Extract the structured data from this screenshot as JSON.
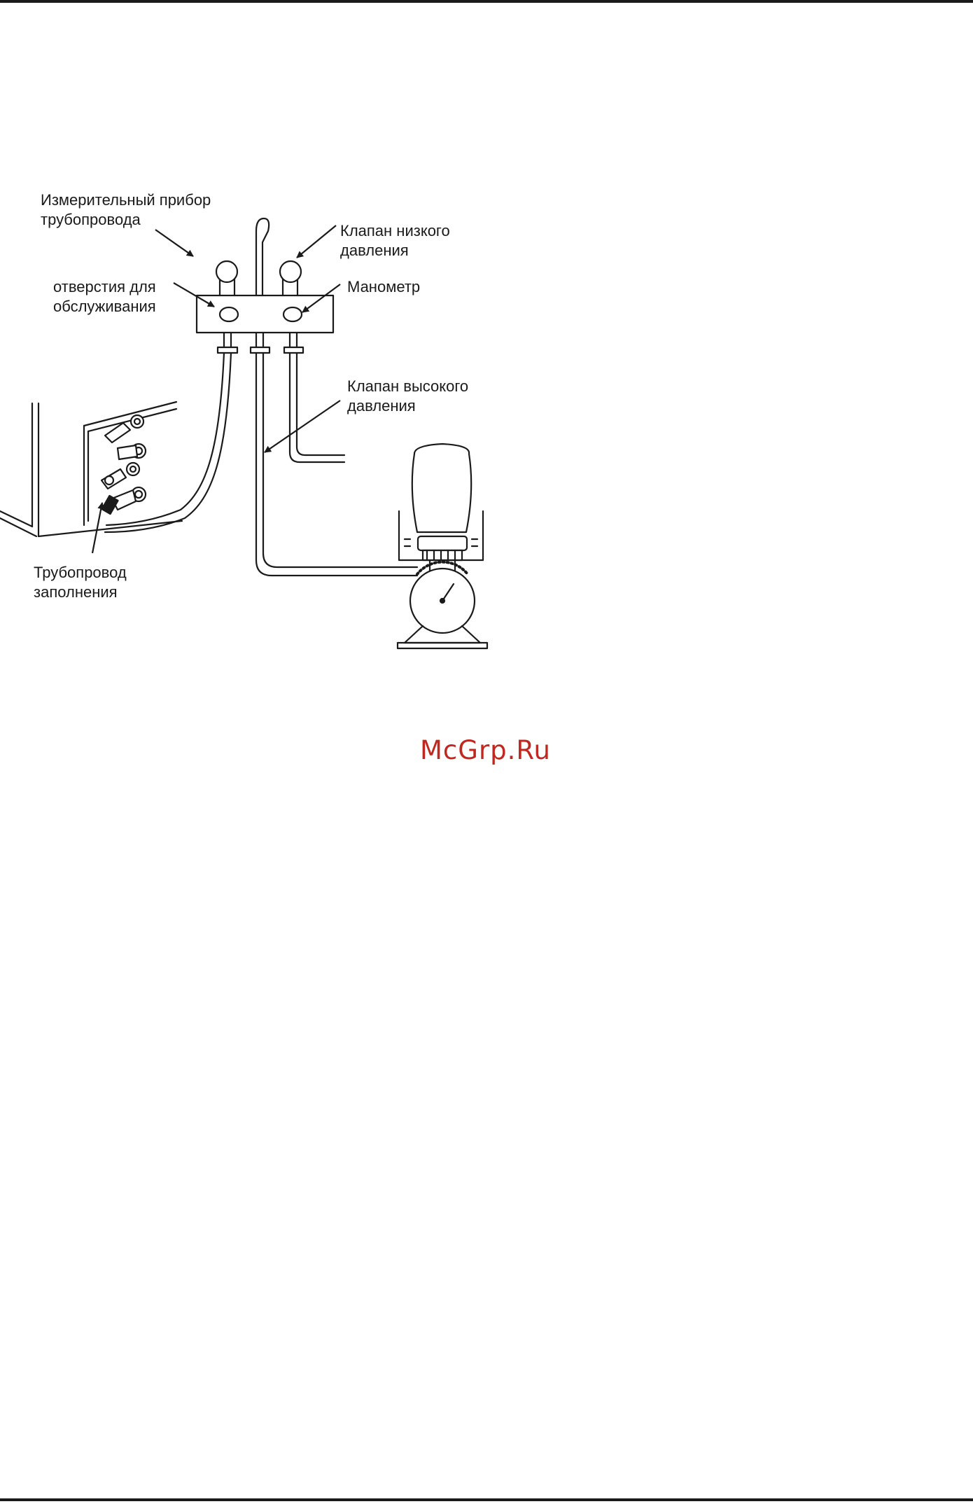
{
  "labels": {
    "pipeline_meter": [
      "Измерительный прибор",
      "трубопровода"
    ],
    "low_pressure_valve": [
      "Клапан низкого",
      "давления"
    ],
    "service_ports": [
      "отверстия для",
      "обслуживания"
    ],
    "manometer": [
      "Манометр"
    ],
    "high_pressure_valve": [
      "Клапан высокого",
      "давления"
    ],
    "fill_pipe": [
      "Трубопровод",
      "заполнения"
    ]
  },
  "watermark": "McGrp.Ru",
  "colors": {
    "ink": "#1a1a1a",
    "watermark": "#c0281f",
    "background": "#ffffff"
  }
}
